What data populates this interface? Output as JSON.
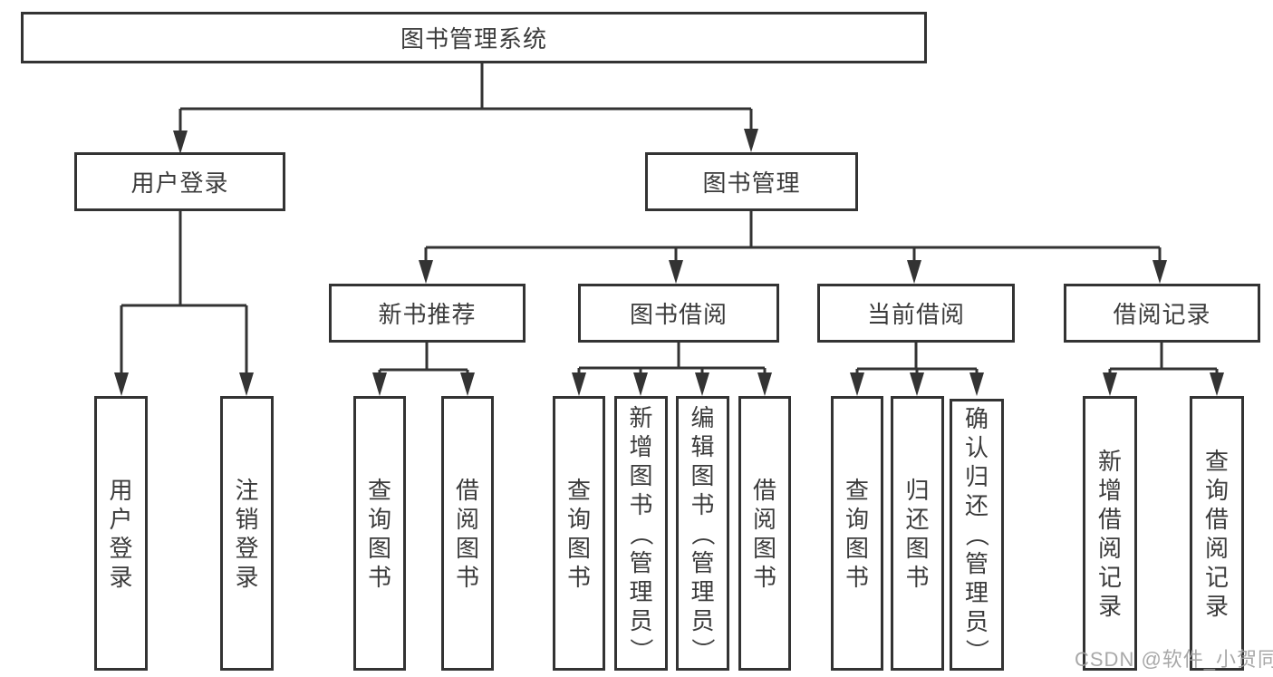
{
  "diagram_title": "图书管理系统",
  "colors": {
    "line": "#333333",
    "box_border": "#333333",
    "text": "#3b3b3b",
    "background": "#ffffff",
    "watermark": "#9e9e9e"
  },
  "watermark": {
    "text": "CSDN @软件_小贺同学"
  },
  "tree": {
    "label": "图书管理系统",
    "children": [
      {
        "label": "用户登录",
        "children": [
          {
            "label": "用户登录"
          },
          {
            "label": "注销登录"
          }
        ]
      },
      {
        "label": "图书管理",
        "children": [
          {
            "label": "新书推荐",
            "children": [
              {
                "label": "查询图书"
              },
              {
                "label": "借阅图书"
              }
            ]
          },
          {
            "label": "图书借阅",
            "children": [
              {
                "label": "查询图书"
              },
              {
                "label": "新增图书（管理员）"
              },
              {
                "label": "编辑图书（管理员）"
              },
              {
                "label": "借阅图书"
              }
            ]
          },
          {
            "label": "当前借阅",
            "children": [
              {
                "label": "查询图书"
              },
              {
                "label": "归还图书"
              },
              {
                "label": "确认归还（管理员）"
              }
            ]
          },
          {
            "label": "借阅记录",
            "children": [
              {
                "label": "新增借阅记录"
              },
              {
                "label": "查询借阅记录"
              }
            ]
          }
        ]
      }
    ]
  }
}
